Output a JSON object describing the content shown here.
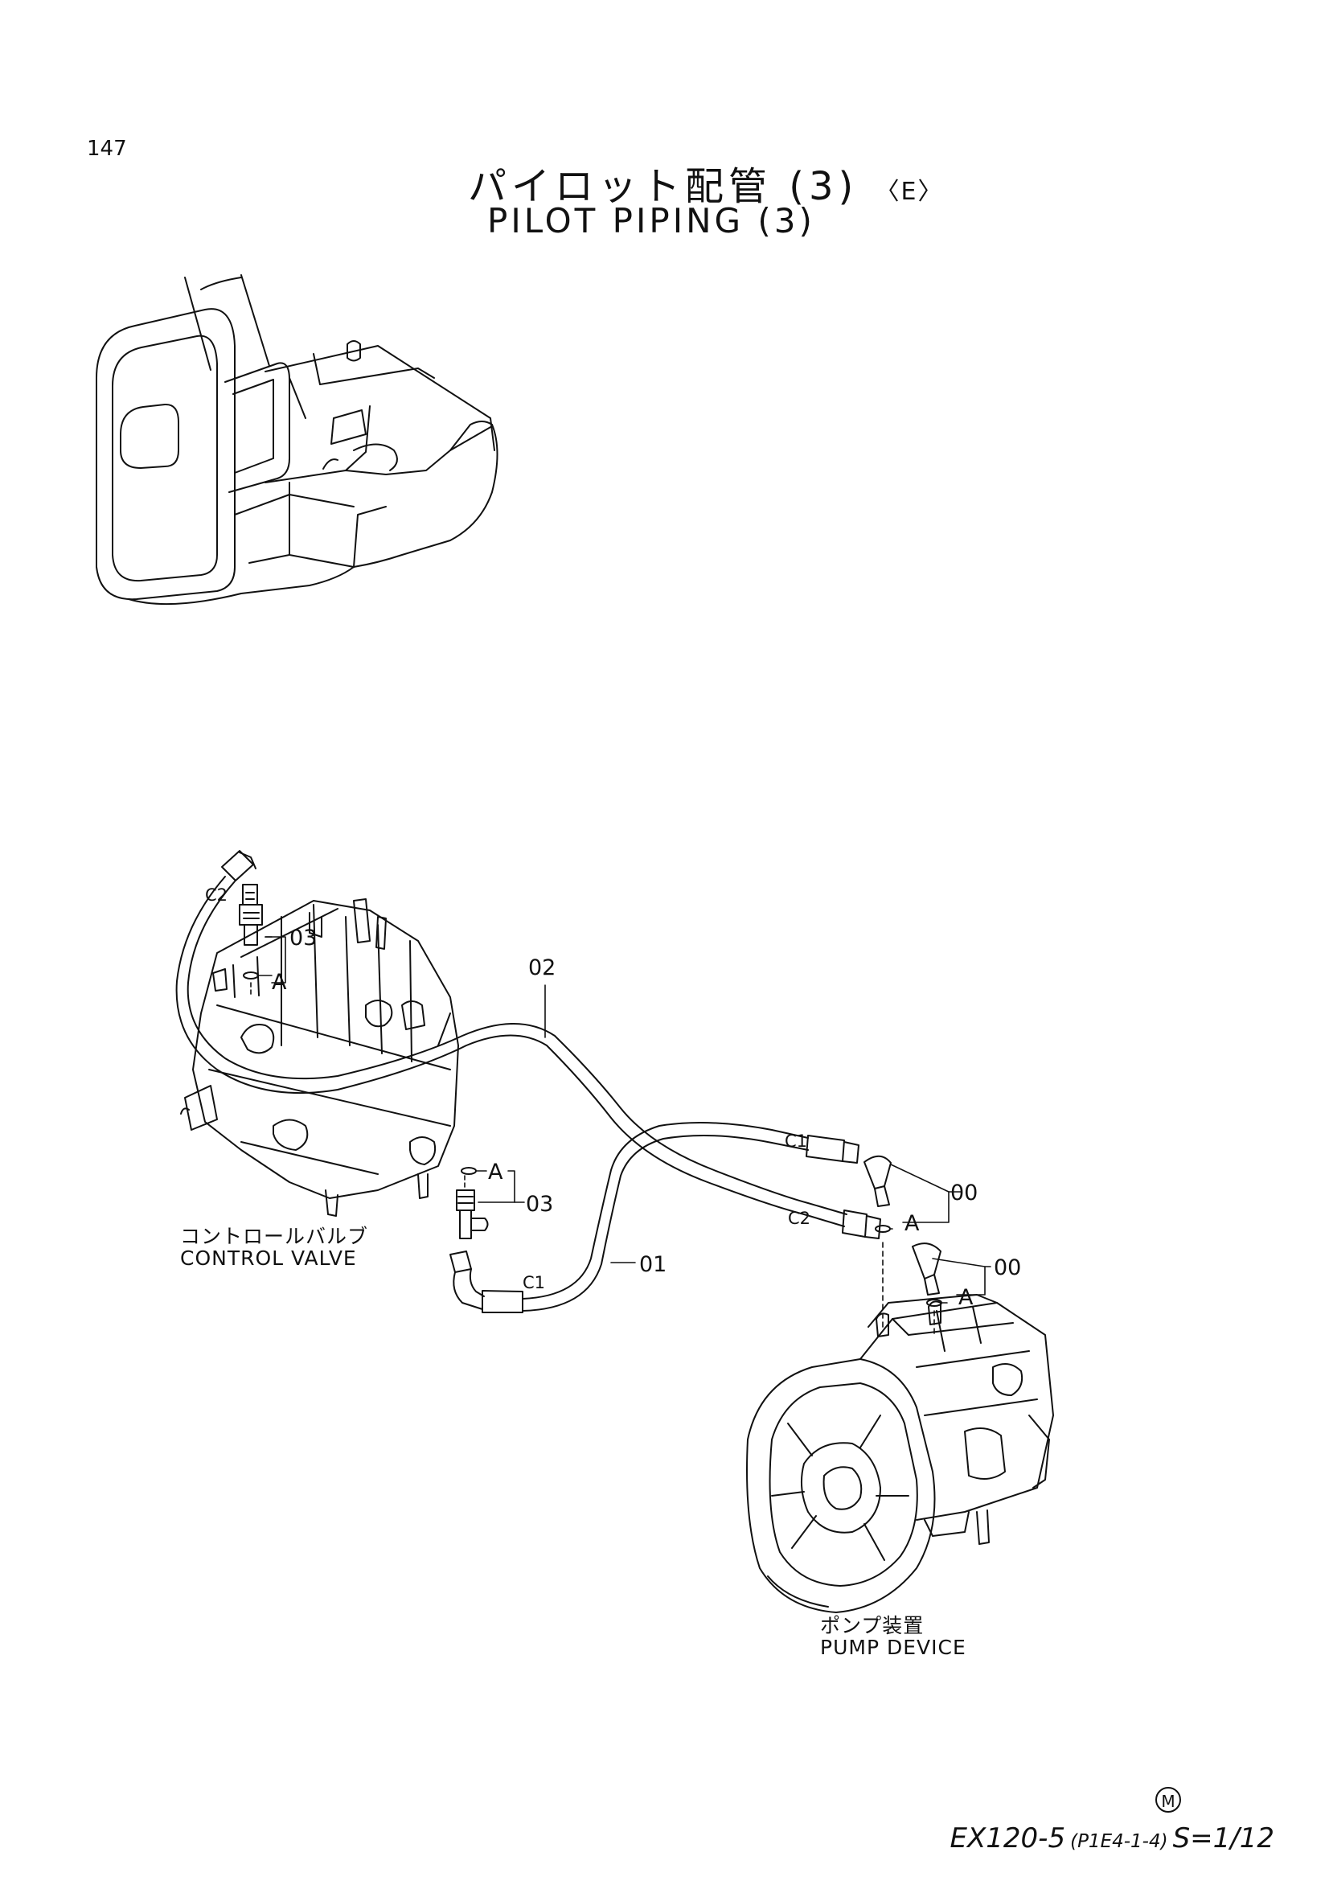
{
  "header": {
    "page_number": "147",
    "title_jp": "パイロット配管 (3)",
    "title_variant": "〈E〉",
    "title_en": "PILOT PIPING (3)"
  },
  "labels": {
    "control_valve_jp": "コントロールバルブ",
    "control_valve_en": "CONTROL VALVE",
    "pump_device_jp": "ポンプ装置",
    "pump_device_en": "PUMP DEVICE"
  },
  "callouts": {
    "c2_top": "C2",
    "part_03_top": "03",
    "a_top": "A",
    "part_02": "02",
    "c1_upper": "C1",
    "part_00_upper": "00",
    "c2_mid": "C2",
    "a_right_upper": "A",
    "part_00_lower": "00",
    "a_right_lower": "A",
    "a_mid": "A",
    "part_03_mid": "03",
    "part_01": "01",
    "c1_lower": "C1"
  },
  "footer": {
    "marker": "M",
    "model": "EX120-5",
    "code": "(P1E4-1-4)",
    "scale": "S=1/12"
  }
}
